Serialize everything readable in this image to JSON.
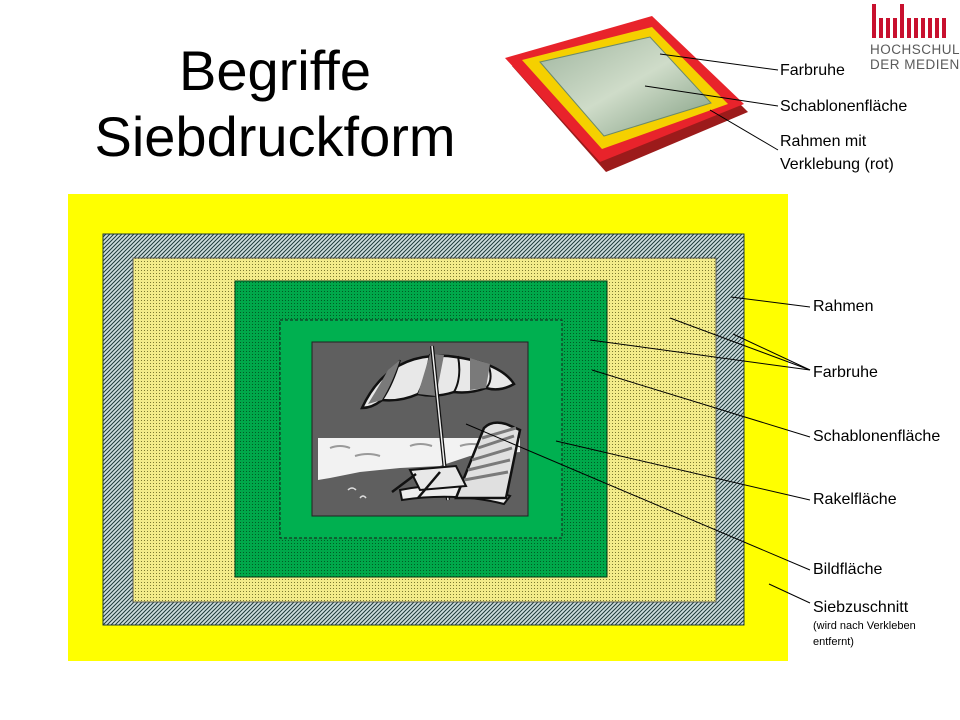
{
  "title_line1": "Begriffe",
  "title_line2": "Siebdruckform",
  "logo": {
    "line1": "HOCHSCHULE",
    "line2": "DER MEDIEN"
  },
  "top_labels": {
    "farbruhe": "Farbruhe",
    "schablonenflaeche": "Schablonenfläche",
    "rahmen_verklebung": "Rahmen mit Verklebung (rot)"
  },
  "labels": {
    "rahmen": "Rahmen",
    "farbruhe": "Farbruhe",
    "schablonenflaeche": "Schablonenfläche",
    "rakelflaeche": "Rakelfläche",
    "bildflaeche": "Bildfläche",
    "siebzuschnitt": "Siebzuschnitt",
    "siebzuschnitt_note": "(wird nach Verkleben entfernt)"
  },
  "colors": {
    "yellow": "#ffff00",
    "green": "#00b050",
    "red": "#e8232b",
    "photo_gray": "#5f5f5f",
    "logo_red": "#c8102e"
  }
}
